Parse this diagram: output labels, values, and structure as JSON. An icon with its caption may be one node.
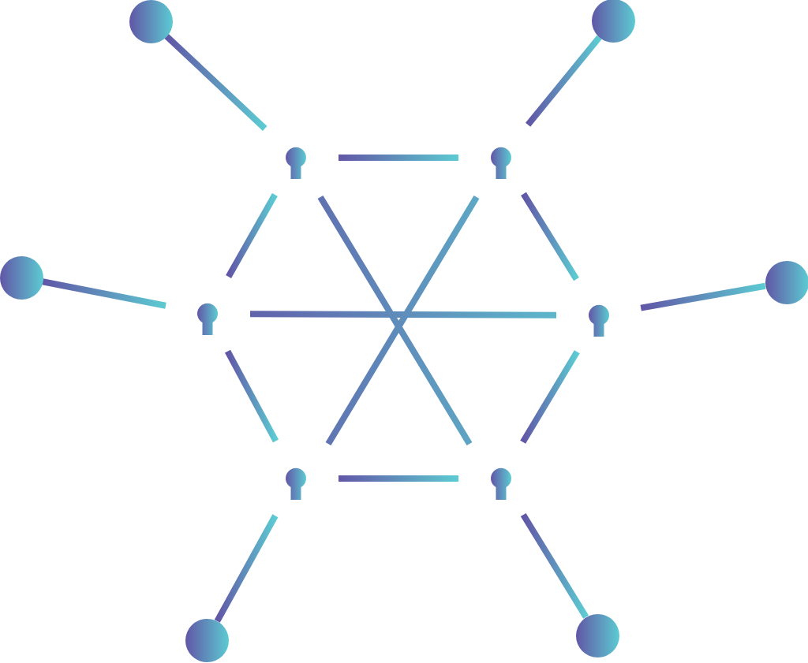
{
  "diagram": {
    "nodes": [
      {
        "text": [],
        "shape": "circle"
      },
      {
        "text": [],
        "shape": "circle"
      },
      {
        "text": [],
        "shape": "keyhole"
      },
      {
        "text": [],
        "shape": "keyhole"
      },
      {
        "text": [],
        "shape": "circle"
      },
      {
        "text": [],
        "shape": "keyhole"
      },
      {
        "text": [],
        "shape": "keyhole"
      },
      {
        "text": [],
        "shape": "circle"
      },
      {
        "text": [],
        "shape": "keyhole"
      },
      {
        "text": [],
        "shape": "keyhole"
      },
      {
        "text": [],
        "shape": "circle"
      },
      {
        "text": [],
        "shape": "circle"
      }
    ],
    "edges": [
      {
        "from": 0,
        "to": 2,
        "arrow": "none"
      },
      {
        "from": 1,
        "to": 3,
        "arrow": "none"
      },
      {
        "from": 2,
        "to": 3,
        "arrow": "none"
      },
      {
        "from": 2,
        "to": 5,
        "arrow": "none"
      },
      {
        "from": 3,
        "to": 6,
        "arrow": "none"
      },
      {
        "from": 4,
        "to": 5,
        "arrow": "none"
      },
      {
        "from": 6,
        "to": 7,
        "arrow": "none"
      },
      {
        "from": 5,
        "to": 6,
        "arrow": "none"
      },
      {
        "from": 2,
        "to": 9,
        "arrow": "none"
      },
      {
        "from": 3,
        "to": 8,
        "arrow": "none"
      },
      {
        "from": 5,
        "to": 8,
        "arrow": "none"
      },
      {
        "from": 6,
        "to": 9,
        "arrow": "none"
      },
      {
        "from": 8,
        "to": 9,
        "arrow": "none"
      },
      {
        "from": 8,
        "to": 10,
        "arrow": "none"
      },
      {
        "from": 9,
        "to": 11,
        "arrow": "none"
      }
    ]
  }
}
